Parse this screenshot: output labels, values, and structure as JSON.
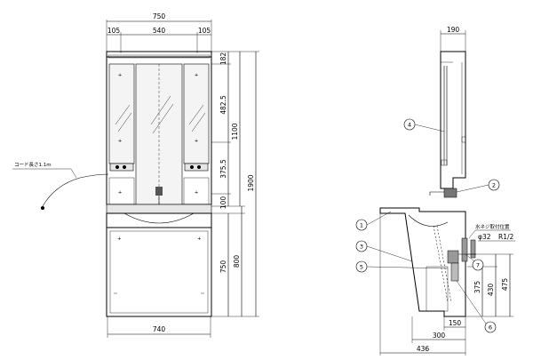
{
  "front": {
    "width_top": "750",
    "side_left": "105",
    "center": "540",
    "side_right": "105",
    "h_182": "182",
    "h_4825": "482.5",
    "h_3755": "375.5",
    "h_100": "100",
    "h_1100": "1100",
    "h_750": "750",
    "h_800": "800",
    "h_1900": "1900",
    "width_bottom": "740",
    "cord_label": "コード長さ1.1m"
  },
  "side": {
    "depth_top": "190",
    "phi32": "φ32",
    "r12": "R1/2",
    "valve_label": "水ネジ取付位置",
    "h_375": "375",
    "h_430": "430",
    "h_475": "475",
    "w_150": "150",
    "w_300": "300",
    "w_436": "436",
    "callouts": [
      "1",
      "2",
      "3",
      "4",
      "5",
      "6",
      "7"
    ]
  }
}
